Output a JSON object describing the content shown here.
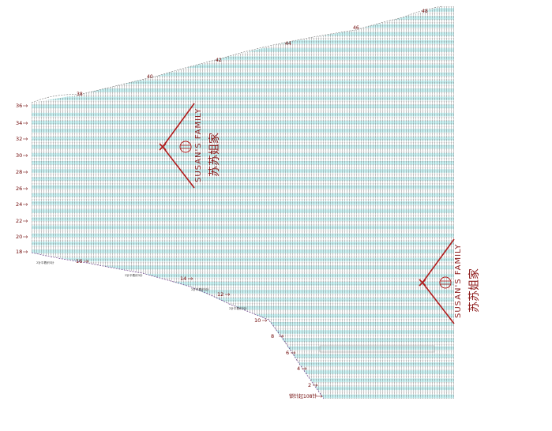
{
  "rows": {
    "left": [
      "2",
      "4",
      "6",
      "8",
      "10",
      "12",
      "14",
      "16",
      "18",
      "20",
      "22",
      "24",
      "26",
      "28",
      "30",
      "32",
      "34",
      "36"
    ],
    "top": [
      "38",
      "40",
      "42",
      "44",
      "46",
      "48"
    ]
  },
  "notes": [
    "2针平着织3针",
    "2针平着织3针",
    "2针平着织3针",
    "2针平着织3针"
  ],
  "start_label": "锁针起108针",
  "watermark": {
    "brand": "SUSAN'S FAMILY",
    "chinese": "苏苏姐家"
  },
  "colors": {
    "grid": "#bfeff0",
    "accent": "#b01c1c",
    "label": "#6b0000"
  }
}
